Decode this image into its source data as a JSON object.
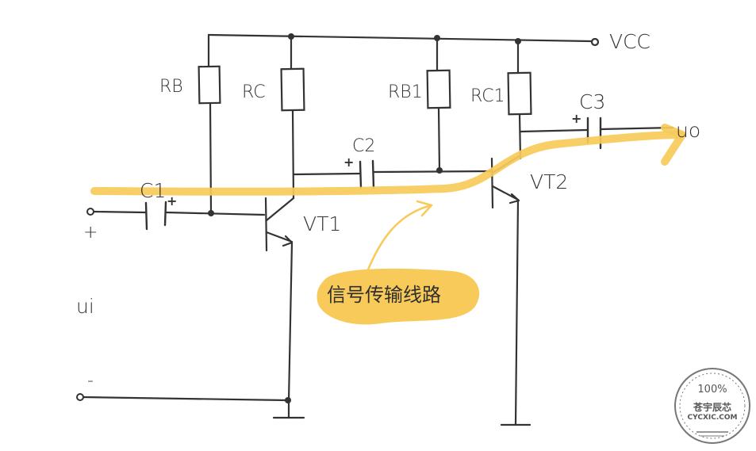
{
  "labels": {
    "vcc": "VCC",
    "rb": "RB",
    "rc": "RC",
    "rb1": "RB1",
    "rc1": "RC1",
    "c1": "C1",
    "c2": "C2",
    "c3": "C3",
    "vt1": "VT1",
    "vt2": "VT2",
    "ui": "ui",
    "uo": "uo",
    "plus_input": "+",
    "minus_input": "-",
    "plus_c1": "+",
    "plus_c2": "+",
    "plus_c3": "+"
  },
  "annotation": {
    "signal_path": "信号传输线路"
  },
  "watermark": {
    "top": "100%",
    "name": "苍宇辰芯",
    "site": "CYCXIC.COM"
  },
  "colors": {
    "wire": "#333333",
    "signal_path": "#f7ca5a",
    "annotation_blob": "#f7ca5a",
    "stamp": "#777777"
  }
}
